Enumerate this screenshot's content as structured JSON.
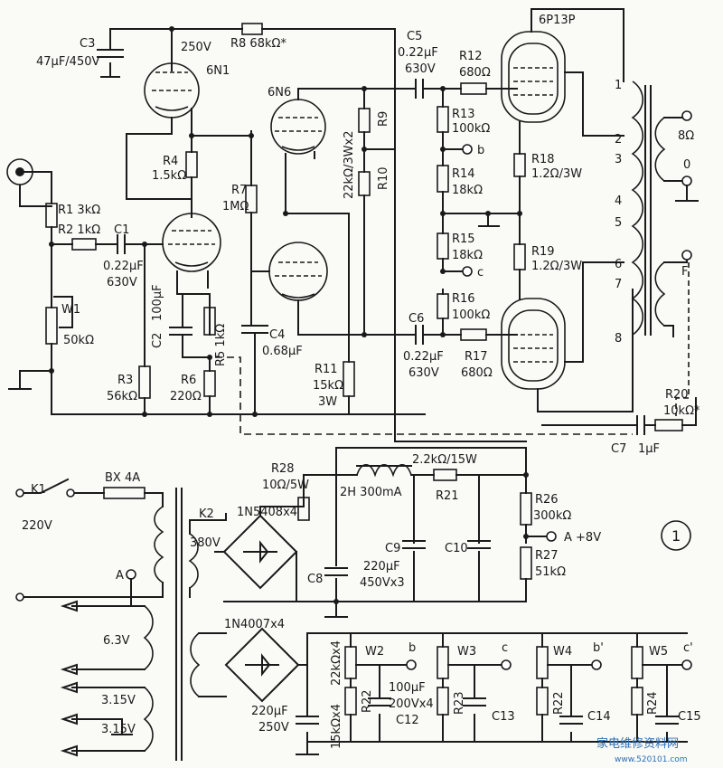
{
  "tubes": {
    "v1": "6N1",
    "v2": "6N6",
    "v3": "6P13P"
  },
  "voltages": {
    "b_plus": "250V",
    "heater": "6.3V",
    "heater_a": "3.15V",
    "heater_b": "3.15V",
    "mains": "220V",
    "hv": "380V",
    "bias": "A  +8V"
  },
  "resistors": {
    "r1": "R1  3kΩ",
    "r2": "R2  1kΩ",
    "w1_name": "W1",
    "w1_val": "50kΩ",
    "r3_name": "R3",
    "r3_val": "56kΩ",
    "r4_name": "R4",
    "r4_val": "1.5kΩ",
    "r5": "R5  1kΩ",
    "r6_name": "R6",
    "r6_val": "220Ω",
    "r7_name": "R7",
    "r7_val": "1MΩ",
    "r8": "R8  68kΩ*",
    "r9": "R9",
    "r10": "R10",
    "r9r10_val": "22kΩ/3Wx2",
    "r11_name": "R11",
    "r11_val": "15kΩ",
    "r11_w": "3W",
    "r12_name": "R12",
    "r12_val": "680Ω",
    "r13_name": "R13",
    "r13_val": "100kΩ",
    "r14_name": "R14",
    "r14_val": "18kΩ",
    "r15_name": "R15",
    "r15_val": "18kΩ",
    "r16_name": "R16",
    "r16_val": "100kΩ",
    "r17_name": "R17",
    "r17_val": "680Ω",
    "r18_name": "R18",
    "r18_val": "1.2Ω/3W",
    "r19_name": "R19",
    "r19_val": "1.2Ω/3W",
    "r20_name": "R20",
    "r20_val": "10kΩ*",
    "r21_name": "R21",
    "r21_val": "2.2kΩ/15W",
    "r22": "R22",
    "r22b": "R22",
    "r23": "R23",
    "r24": "R24",
    "r26_name": "R26",
    "r26_val": "300kΩ",
    "r27_name": "R27",
    "r27_val": "51kΩ",
    "r28_name": "R28",
    "r28_val": "10Ω/5W",
    "rpot_a": "22kΩx4",
    "rpot_b": "15kΩx4"
  },
  "capacitors": {
    "c1_name": "C1",
    "c1_val": "0.22μF",
    "c1_v": "630V",
    "c2_name": "C2",
    "c2_val": "100μF",
    "c3_name": "C3",
    "c3_val": "47μF/450V",
    "c4_name": "C4",
    "c4_val": "0.68μF",
    "c5_name": "C5",
    "c5_val": "0.22μF",
    "c5_v": "630V",
    "c6_name": "C6",
    "c6_val": "0.22μF",
    "c6_v": "630V",
    "c7_name": "C7",
    "c7_val": "1μF",
    "c8": "C8",
    "c9": "C9",
    "c9_val": "220μF",
    "c9_v": "450Vx3",
    "c10": "C10",
    "c11_val": "220μF",
    "c11_v": "250V",
    "c12": "C12",
    "c12_val": "100μF",
    "c12_v": "200Vx4",
    "c13": "C13",
    "c14": "C14",
    "c15": "C15"
  },
  "misc": {
    "choke": "2H   300mA",
    "k1": "K1",
    "k2": "K2",
    "fuse": "BX  4A",
    "bridge1": "1N5408x4",
    "bridge2": "1N4007x4",
    "w2": "W2",
    "w3": "W3",
    "w4": "W4",
    "w5": "W5",
    "node_b": "b",
    "node_c": "c",
    "node_b2": "b'",
    "node_c2": "c'",
    "node_a": "A",
    "spk_8": "8Ω",
    "spk_0": "0",
    "fil_f": "F",
    "circled": "1",
    "tp": [
      "1",
      "2",
      "3",
      "4",
      "5",
      "6",
      "7",
      "8"
    ],
    "watermark": "家电维修资料网",
    "watermark_url": "www.520101.com"
  }
}
